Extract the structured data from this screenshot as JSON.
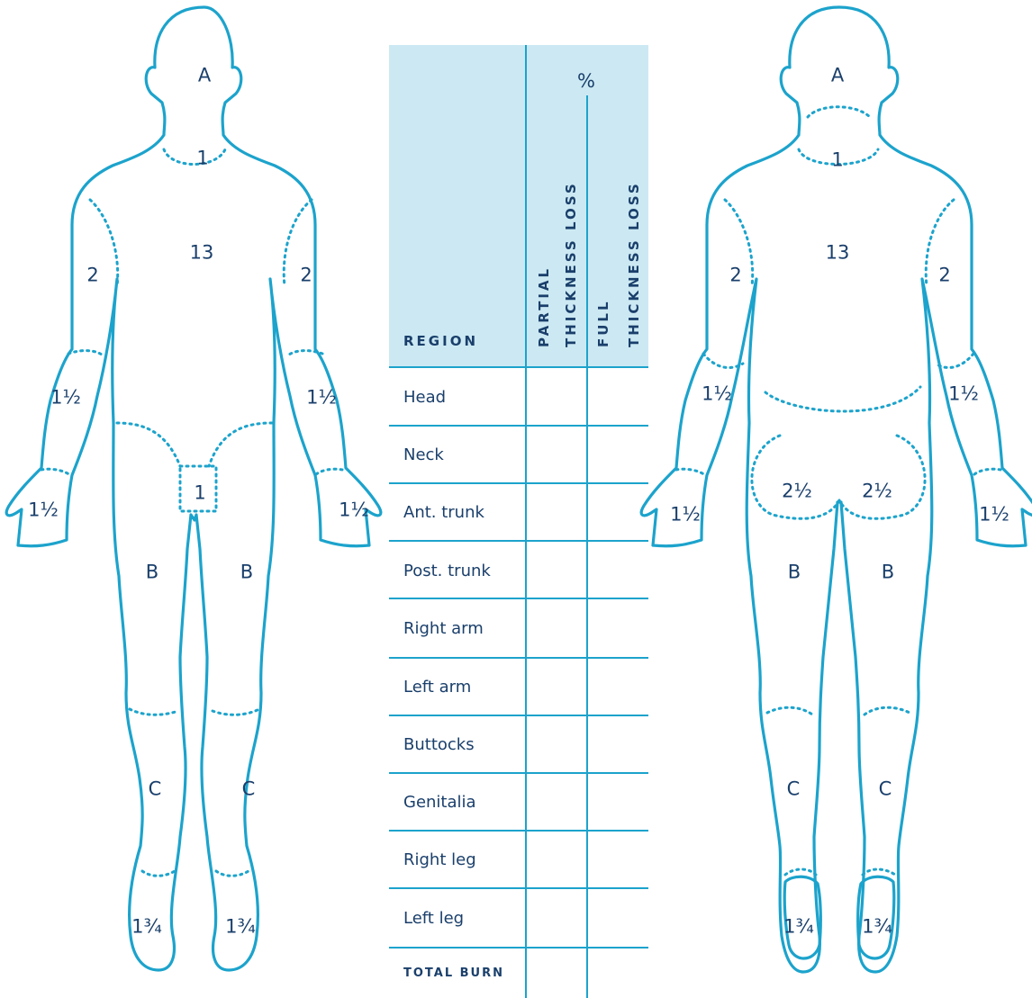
{
  "front_figure": {
    "head": "A",
    "neck": "1",
    "trunk": "13",
    "right_upper_arm": "2",
    "left_upper_arm": "2",
    "right_forearm": "1½",
    "left_forearm": "1½",
    "right_hand": "1½",
    "left_hand": "1½",
    "genitalia": "1",
    "right_thigh": "B",
    "left_thigh": "B",
    "right_lower_leg": "C",
    "left_lower_leg": "C",
    "right_foot": "1¾",
    "left_foot": "1¾"
  },
  "back_figure": {
    "head": "A",
    "neck": "1",
    "trunk": "13",
    "right_upper_arm": "2",
    "left_upper_arm": "2",
    "right_forearm": "1½",
    "left_forearm": "1½",
    "right_hand": "1½",
    "left_hand": "1½",
    "right_buttock": "2½",
    "left_buttock": "2½",
    "right_thigh": "B",
    "left_thigh": "B",
    "right_lower_leg": "C",
    "left_lower_leg": "C",
    "right_foot": "1¾",
    "left_foot": "1¾"
  },
  "table": {
    "region_header": "REGION",
    "percent_header": "%",
    "partial_header_line1": "PARTIAL",
    "partial_header_line2": "THICKNESS LOSS",
    "full_header_line1": "FULL",
    "full_header_line2": "THICKNESS LOSS",
    "rows": [
      "Head",
      "Neck",
      "Ant. trunk",
      "Post. trunk",
      "Right arm",
      "Left arm",
      "Buttocks",
      "Genitalia",
      "Right leg",
      "Left leg"
    ],
    "total_label": "TOTAL BURN"
  },
  "colors": {
    "outline": "#1ca3cc",
    "text": "#1a3f6b",
    "header_fill": "#cce9f3"
  }
}
